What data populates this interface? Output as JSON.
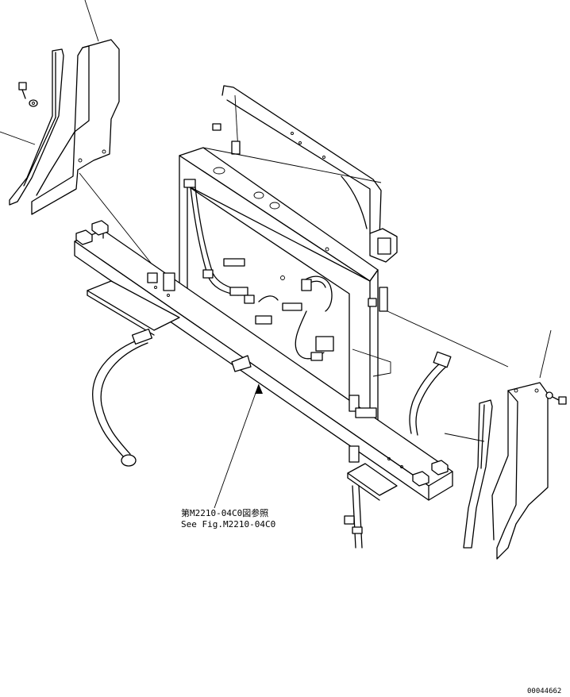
{
  "callout": {
    "reference_ja": "第M2210-04C0図参照",
    "reference_en": "See Fig.M2210-04C0"
  },
  "drawing_number": "00044662"
}
